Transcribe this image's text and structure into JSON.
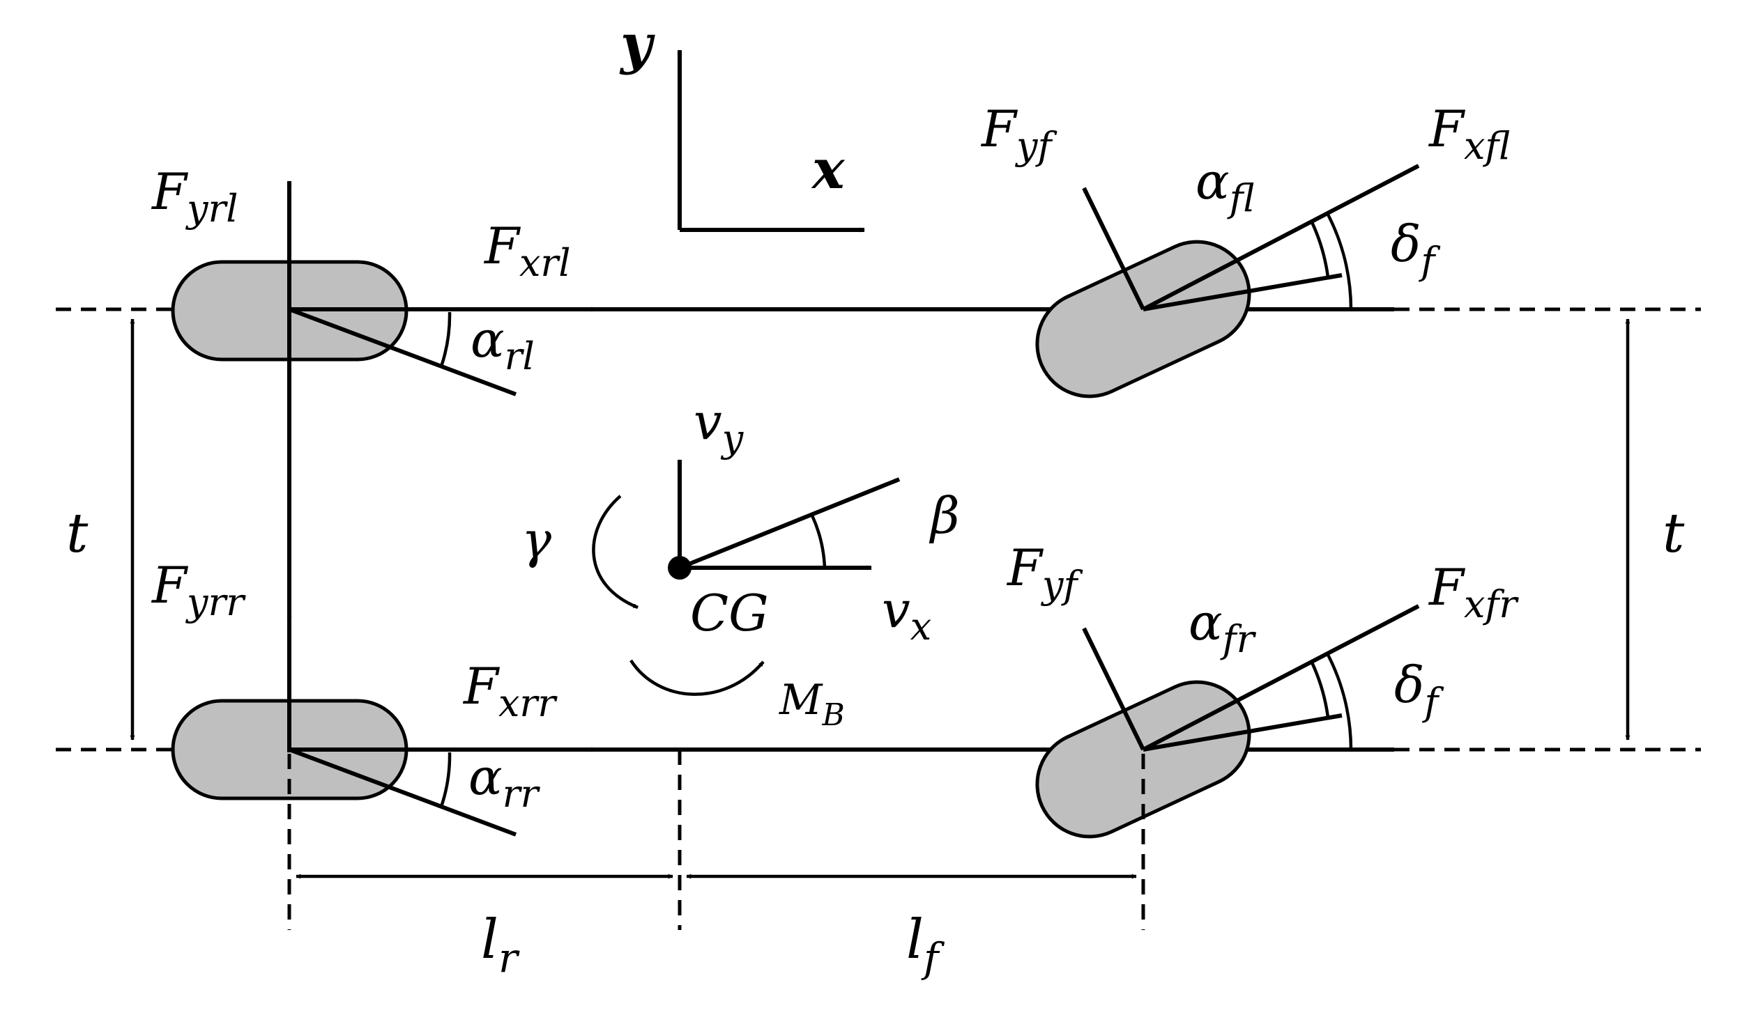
{
  "labels": {
    "axis_y": {
      "main": "y",
      "sub": ""
    },
    "axis_x": {
      "main": "x",
      "sub": ""
    },
    "F_yrl": {
      "main": "F",
      "sub": "yrl"
    },
    "F_xrl": {
      "main": "F",
      "sub": "xrl"
    },
    "alpha_rl": {
      "main": "α",
      "sub": "rl"
    },
    "F_yrr": {
      "main": "F",
      "sub": "yrr"
    },
    "F_xrr": {
      "main": "F",
      "sub": "xrr"
    },
    "alpha_rr": {
      "main": "α",
      "sub": "rr"
    },
    "F_yf_top": {
      "main": "F",
      "sub": "yf"
    },
    "F_xfl": {
      "main": "F",
      "sub": "xfl"
    },
    "alpha_fl": {
      "main": "α",
      "sub": "fl"
    },
    "delta_f_top": {
      "main": "δ",
      "sub": "f"
    },
    "F_yf_bottom": {
      "main": "F",
      "sub": "yf"
    },
    "F_xfr": {
      "main": "F",
      "sub": "xfr"
    },
    "alpha_fr": {
      "main": "α",
      "sub": "fr"
    },
    "delta_f_bottom": {
      "main": "δ",
      "sub": "f"
    },
    "v_y": {
      "main": "v",
      "sub": "y"
    },
    "v_x": {
      "main": "v",
      "sub": "x"
    },
    "beta": {
      "main": "β",
      "sub": ""
    },
    "gamma": {
      "main": "γ",
      "sub": ""
    },
    "cg": {
      "main": "CG",
      "sub": ""
    },
    "M_B": {
      "main": "M",
      "sub": "B"
    },
    "t_left": {
      "main": "t",
      "sub": ""
    },
    "t_right": {
      "main": "t",
      "sub": ""
    },
    "l_r": {
      "main": "l",
      "sub": "r"
    },
    "l_f": {
      "main": "l",
      "sub": "f"
    }
  },
  "colors": {
    "wheel_fill": "#bfbfbf",
    "stroke": "#000000",
    "background": "#ffffff"
  }
}
